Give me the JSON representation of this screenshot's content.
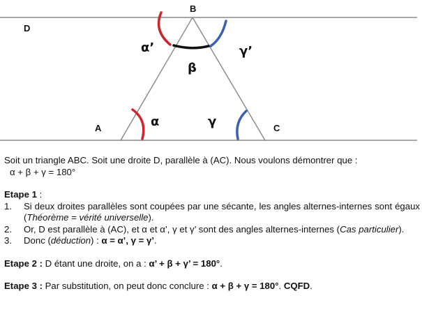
{
  "figure": {
    "points": {
      "A": "A",
      "B": "B",
      "C": "C",
      "D": "D"
    },
    "angles": {
      "alpha": "α",
      "beta": "β",
      "gamma": "γ",
      "alpha_prime": "α’",
      "gamma_prime": "γ’"
    },
    "colors": {
      "alpha_arc": "#d0262b",
      "gamma_arc": "#3b5fb6",
      "beta_arc": "#111111",
      "lines": "#888888"
    }
  },
  "proof": {
    "intro_1": "Soit un triangle ABC. Soit une droite D, parallèle à (AC). Nous voulons démontrer que :",
    "intro_2": "α + β + γ = 180°",
    "etape1_title": "Etape 1",
    "etape1_colon": " :",
    "items": [
      {
        "num": "1.",
        "a": "Si deux droites parallèles sont coupées par une sécante, les angles alternes-internes sont égaux (",
        "em": "Théorème = vérité universelle",
        "b": ")."
      },
      {
        "num": "2.",
        "a": "Or, D est parallèle à (AC), et α et α’, γ et γ’ sont des angles alternes-internes (",
        "em": "Cas particulier",
        "b": ")."
      },
      {
        "num": "3.",
        "a": "Donc (",
        "em": "déduction",
        "b": ") : ",
        "strong": "α = α’, γ = γ’",
        "c": "."
      }
    ],
    "etape2_title": "Etape 2 :",
    "etape2_text": " D étant une droite, on a : ",
    "etape2_eq": "α’ + β + γ’ = 180°",
    "etape2_end": ".",
    "etape3_title": "Etape 3 :",
    "etape3_text": " Par substitution, on peut donc conclure : ",
    "etape3_eq": "α + β + γ = 180°",
    "etape3_mid": ". ",
    "etape3_cqfd": "CQFD",
    "etape3_end": "."
  }
}
